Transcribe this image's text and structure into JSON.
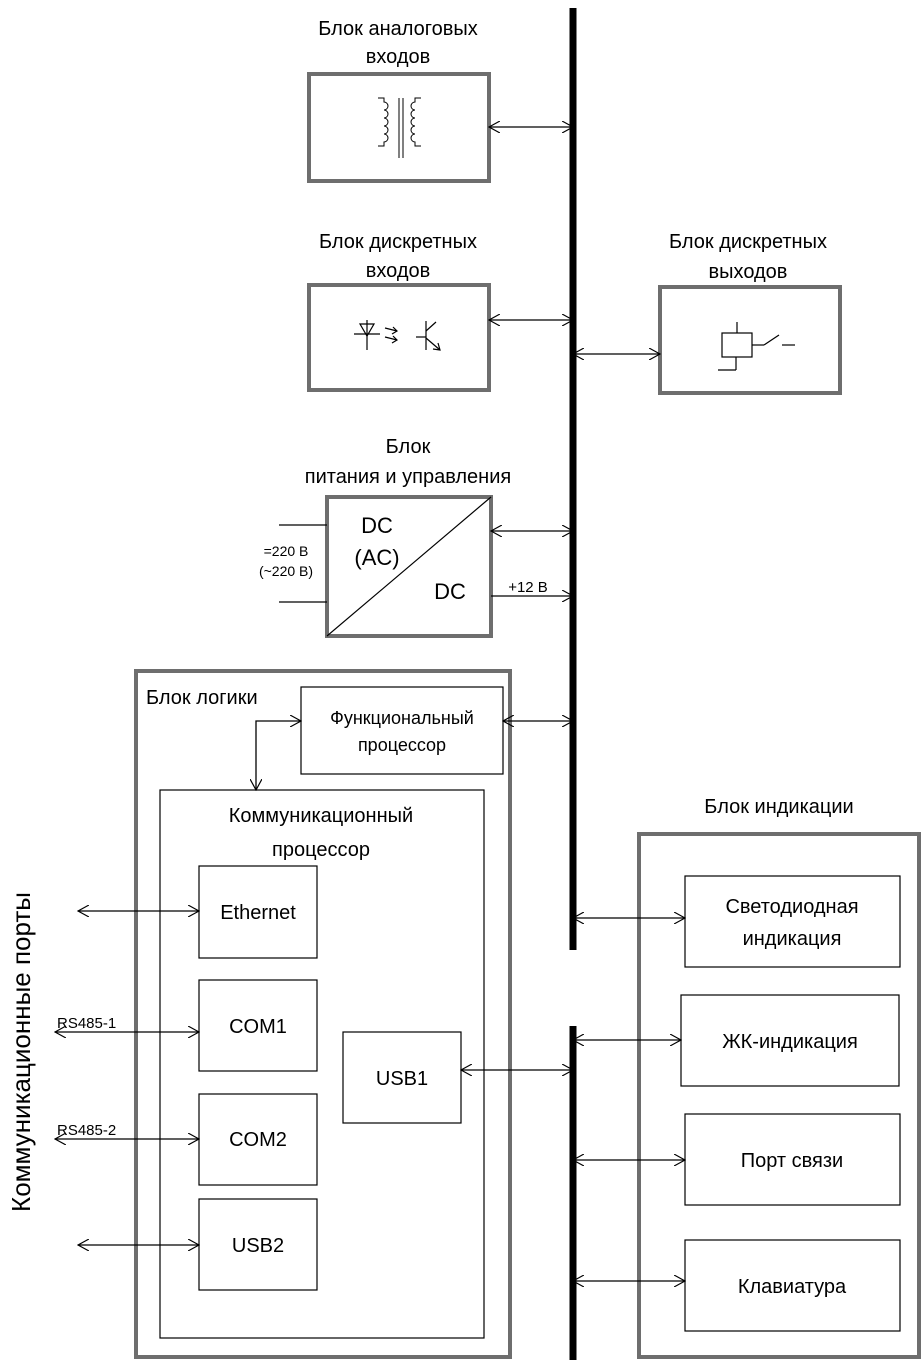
{
  "blocks": {
    "analog_inputs": {
      "title_line1": "Блок аналоговых",
      "title_line2": "входов"
    },
    "discrete_inputs": {
      "title_line1": "Блок дискретных",
      "title_line2": "входов"
    },
    "discrete_outputs": {
      "title_line1": "Блок  дискретных",
      "title_line2": "выходов"
    },
    "power": {
      "title_line1": "Блок",
      "title_line2": "питания и управления",
      "in_dc": "DC",
      "in_ac": "(AC)",
      "out_dc": "DC",
      "voltage_dc": "=220 В",
      "voltage_ac": "(~220 В)",
      "output_voltage": "+12 В"
    },
    "logic": {
      "title": "Блок логики",
      "func_proc_line1": "Функциональный",
      "func_proc_line2": "процессор",
      "comm_proc_line1": "Коммуникационный",
      "comm_proc_line2": "процессор",
      "ports": {
        "ethernet": "Ethernet",
        "com1": "COM1",
        "com2": "COM2",
        "usb1": "USB1",
        "usb2": "USB2"
      },
      "rs485_1": "RS485-1",
      "rs485_2": "RS485-2"
    },
    "indication": {
      "title": "Блок  индикации",
      "led_line1": "Светодиодная",
      "led_line2": "индикация",
      "lcd": "ЖК-индикация",
      "comm_port": "Порт связи",
      "keyboard": "Клавиатура"
    }
  },
  "side_label": "Коммуникационные порты",
  "colors": {
    "thick_border": "#6e6e6e",
    "line": "#000000",
    "bus": "#000000"
  }
}
